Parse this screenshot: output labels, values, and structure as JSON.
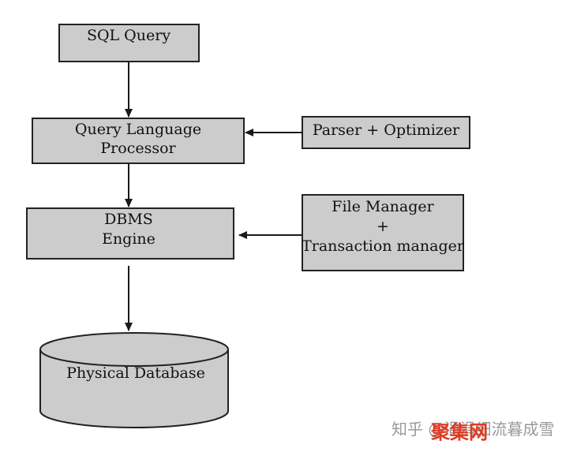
{
  "nodes": {
    "sql_query": {
      "lines": [
        "SQL Query"
      ]
    },
    "query_processor": {
      "lines": [
        "Query Language",
        "Processor"
      ]
    },
    "parser_optimizer": {
      "lines": [
        "Parser + Optimizer"
      ]
    },
    "dbms_engine": {
      "lines": [
        "DBMS",
        "Engine"
      ]
    },
    "file_manager": {
      "lines": [
        "File Manager",
        "+",
        "Transaction manager"
      ]
    },
    "physical_database": {
      "lines": [
        "Physical Database"
      ]
    }
  },
  "watermark": {
    "zhihu_text": "知乎 @涓涓细流暮成雪",
    "brand_text": "聚集网"
  },
  "colors": {
    "box_fill": "#cccccc",
    "box_stroke": "#222222",
    "arrow": "#1a1a1a",
    "watermark_brand": "#e03a24"
  }
}
